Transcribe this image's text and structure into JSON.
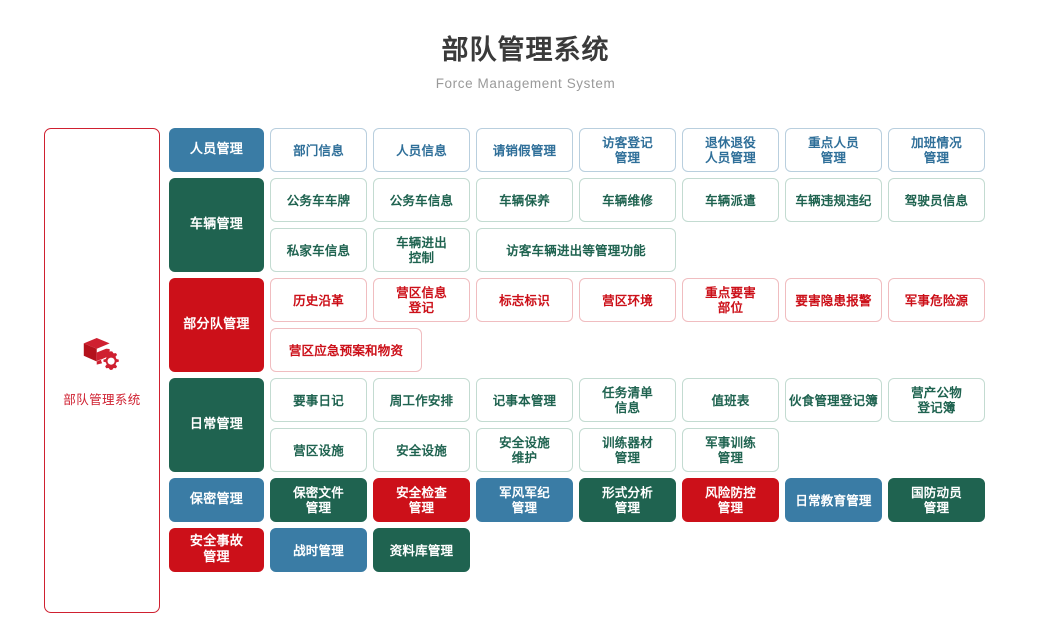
{
  "header": {
    "title": "部队管理系统",
    "subtitle": "Force Management System"
  },
  "brand": {
    "icon": "box-gear-icon",
    "label": "部队管理系统",
    "border_color": "#cf2030",
    "text_color": "#cf2030"
  },
  "colors": {
    "blue": "#3a7ca5",
    "green": "#1f6350",
    "red": "#cc1019",
    "outline_blue": "#b9cfde",
    "outline_green": "#c3dbd1",
    "outline_red": "#f0bdc0",
    "title": "#3a3a3a",
    "subtitle": "#9a9a9a"
  },
  "rows": [
    {
      "category": "人员管理",
      "category_color": "blue",
      "category_height": "h44",
      "lines": [
        [
          {
            "label": "部门信息",
            "style": "o-blue",
            "span": 1
          },
          {
            "label": "人员信息",
            "style": "o-blue",
            "span": 1
          },
          {
            "label": "请销假管理",
            "style": "o-blue",
            "span": 1
          },
          {
            "label": "访客登记\n管理",
            "style": "o-blue",
            "span": 1
          },
          {
            "label": "退休退役\n人员管理",
            "style": "o-blue",
            "span": 1
          },
          {
            "label": "重点人员\n管理",
            "style": "o-blue",
            "span": 1
          },
          {
            "label": "加班情况\n管理",
            "style": "o-blue",
            "span": 1
          }
        ]
      ]
    },
    {
      "category": "车辆管理",
      "category_color": "green",
      "category_height": "h94",
      "lines": [
        [
          {
            "label": "公务车车牌",
            "style": "o-green",
            "span": 1
          },
          {
            "label": "公务车信息",
            "style": "o-green",
            "span": 1
          },
          {
            "label": "车辆保养",
            "style": "o-green",
            "span": 1
          },
          {
            "label": "车辆维修",
            "style": "o-green",
            "span": 1
          },
          {
            "label": "车辆派遣",
            "style": "o-green",
            "span": 1
          },
          {
            "label": "车辆违规违纪",
            "style": "o-green",
            "span": 1
          },
          {
            "label": "驾驶员信息",
            "style": "o-green",
            "span": 1
          }
        ],
        [
          {
            "label": "私家车信息",
            "style": "o-green",
            "span": 1
          },
          {
            "label": "车辆进出\n控制",
            "style": "o-green",
            "span": 1
          },
          {
            "label": "访客车辆进出等管理功能",
            "style": "o-green",
            "span": 2
          }
        ]
      ]
    },
    {
      "category": "部分队管理",
      "category_color": "red",
      "category_height": "h94",
      "lines": [
        [
          {
            "label": "历史沿革",
            "style": "o-red",
            "span": 1
          },
          {
            "label": "营区信息\n登记",
            "style": "o-red",
            "span": 1
          },
          {
            "label": "标志标识",
            "style": "o-red",
            "span": 1
          },
          {
            "label": "营区环境",
            "style": "o-red",
            "span": 1
          },
          {
            "label": "重点要害\n部位",
            "style": "o-red",
            "span": 1
          },
          {
            "label": "要害隐患报警",
            "style": "o-red",
            "span": 1
          },
          {
            "label": "军事危险源",
            "style": "o-red",
            "span": 1
          }
        ],
        [
          {
            "label": "营区应急预案和物资",
            "style": "o-red",
            "span": 1.5
          }
        ]
      ]
    },
    {
      "category": "日常管理",
      "category_color": "green",
      "category_height": "h94",
      "lines": [
        [
          {
            "label": "要事日记",
            "style": "o-green",
            "span": 1
          },
          {
            "label": "周工作安排",
            "style": "o-green",
            "span": 1
          },
          {
            "label": "记事本管理",
            "style": "o-green",
            "span": 1
          },
          {
            "label": "任务清单\n信息",
            "style": "o-green",
            "span": 1
          },
          {
            "label": "值班表",
            "style": "o-green",
            "span": 1
          },
          {
            "label": "伙食管理登记簿",
            "style": "o-green",
            "span": 1
          },
          {
            "label": "营产公物\n登记簿",
            "style": "o-green",
            "span": 1
          }
        ],
        [
          {
            "label": "营区设施",
            "style": "o-green",
            "span": 1
          },
          {
            "label": "安全设施",
            "style": "o-green",
            "span": 1
          },
          {
            "label": "安全设施\n维护",
            "style": "o-green",
            "span": 1
          },
          {
            "label": "训练器材\n管理",
            "style": "o-green",
            "span": 1
          },
          {
            "label": "军事训练\n管理",
            "style": "o-green",
            "span": 1
          }
        ]
      ]
    },
    {
      "category": "保密管理",
      "category_color": "blue",
      "category_height": "h44",
      "lines": [
        [
          {
            "label": "保密文件\n管理",
            "style": "f-green",
            "span": 1
          },
          {
            "label": "安全检查\n管理",
            "style": "f-red",
            "span": 1
          },
          {
            "label": "军风军纪\n管理",
            "style": "f-blue",
            "span": 1
          },
          {
            "label": "形式分析\n管理",
            "style": "f-green",
            "span": 1
          },
          {
            "label": "风险防控\n管理",
            "style": "f-red",
            "span": 1
          },
          {
            "label": "日常教育管理",
            "style": "f-blue",
            "span": 1
          },
          {
            "label": "国防动员\n管理",
            "style": "f-green",
            "span": 1
          }
        ]
      ]
    },
    {
      "category": "安全事故\n管理",
      "category_color": "red",
      "category_height": "h44",
      "lines": [
        [
          {
            "label": "战时管理",
            "style": "f-blue",
            "span": 1
          },
          {
            "label": "资料库管理",
            "style": "f-green",
            "span": 1
          }
        ]
      ]
    }
  ]
}
